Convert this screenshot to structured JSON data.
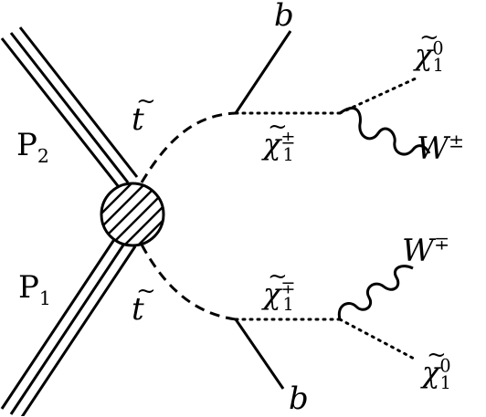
{
  "beam_labels": {
    "p2": "P",
    "p2_sub": "2",
    "p1": "P",
    "p1_sub": "1"
  },
  "stop_labels": {
    "upper": "t",
    "lower": "t"
  },
  "chargino_labels": {
    "upper_base": "χ",
    "upper_sup": "±",
    "upper_sub": "1",
    "lower_base": "χ",
    "lower_sup": "∓",
    "lower_sub": "1"
  },
  "quark_labels": {
    "upper": "b",
    "lower": "b"
  },
  "neutralino_labels": {
    "upper_base": "χ",
    "upper_sup": "0",
    "upper_sub": "1",
    "lower_base": "χ",
    "lower_sup": "0",
    "lower_sub": "1"
  },
  "w_labels": {
    "upper_base": "W",
    "upper_sup": "±",
    "lower_base": "W",
    "lower_sup": "∓"
  }
}
